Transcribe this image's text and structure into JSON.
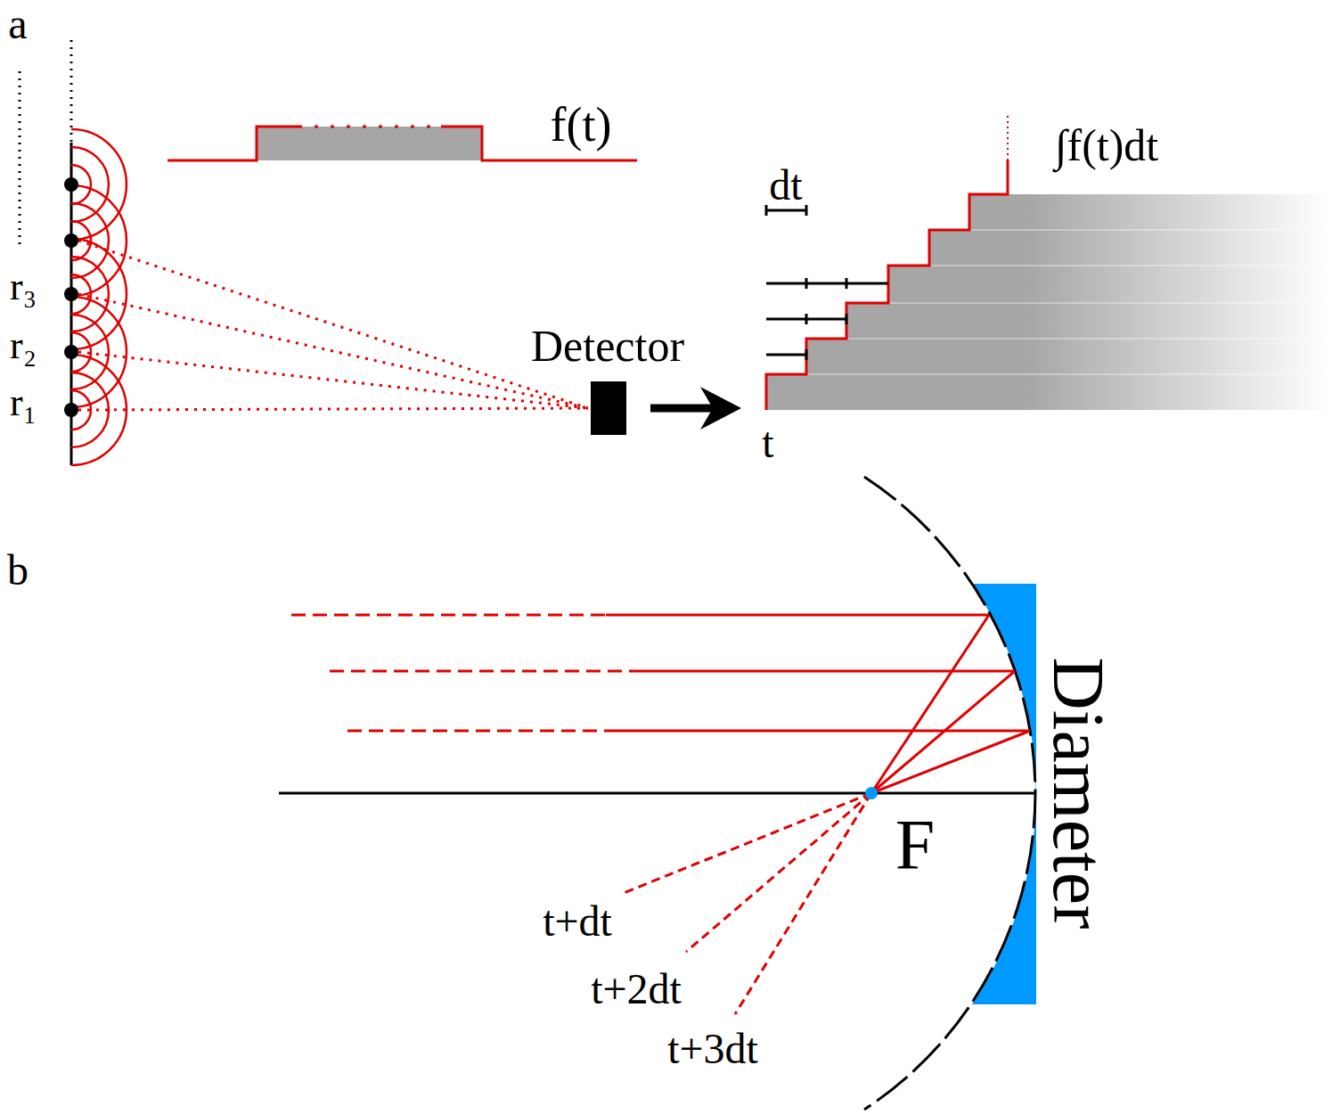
{
  "diagram": {
    "labels": [
      "a",
      "f(t)",
      "∫f(t)dt",
      "dt",
      "Detector",
      "t",
      "r₃",
      "r₂",
      "r₁",
      "b",
      "F",
      "Diameter",
      "t+dt",
      "t+2dt",
      "t+3dt"
    ]
  }
}
